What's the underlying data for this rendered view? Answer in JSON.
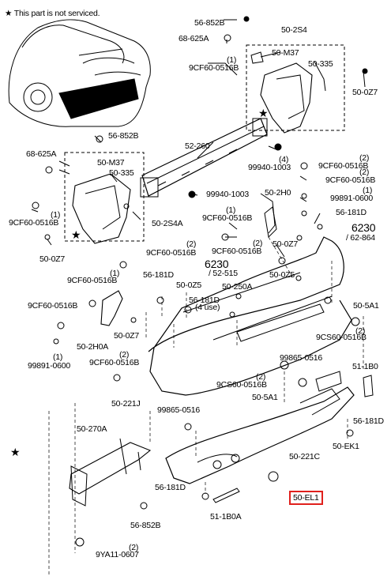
{
  "notice": "★ This part is not serviced.",
  "accent": "#e0201c",
  "parts": {
    "p56_852B_top": "56-852B",
    "p68_625A_top": "68-625A",
    "p50_2S4_top": "50-2S4",
    "p50_M37_top": "50-M37",
    "p1_a": "(1)",
    "p9CF60_a": "9CF60-0516B",
    "p50_335_top": "50-335",
    "p50_0Z7_topright": "50-0Z7",
    "p56_852B_mid": "56-852B",
    "p52_260": "52-260",
    "p68_625A_left": "68-625A",
    "p50_M37_left": "50-M37",
    "p50_335_left": "50-335",
    "p4": "(4)",
    "p99940_1003_a": "99940-1003",
    "p2_a": "(2)",
    "p9CF60_b": "9CF60-0516B",
    "p2_b": "(2)",
    "p9CF60_c": "9CF60-0516B",
    "p99940_1003_b": "99940-1003",
    "p50_2H0": "50-2H0",
    "p1_b": "(1)",
    "p99891_0600_a": "99891-0600",
    "p1_c": "(1)",
    "p9CF60_d": "9CF60-0516B",
    "p1_d": "(1)",
    "p9CF60_e": "9CF60-0516B",
    "p56_181D_a": "56-181D",
    "p50_2S4A": "50-2S4A",
    "p6230_a": "6230",
    "p62_864": "/ 62-864",
    "p50_0Z7_left": "50-0Z7",
    "p2_c": "(2)",
    "p9CF60_f": "9CF60-0516B",
    "p50_0Z7_mid": "50-0Z7",
    "p2_d": "(2)",
    "p9CF60_g": "9CF60-0516B",
    "p1_e": "(1)",
    "p6230_b": "6230",
    "p52_515": "/ 52-515",
    "p9CF60_h": "9CF60-0516B",
    "p56_181D_b": "56-181D",
    "p50_0Z5_a": "50-0Z5",
    "p50_250A": "50-250A",
    "p50_0Z5_b": "50-0Z5",
    "p50_5A1_a": "50-5A1",
    "p9CF60_i": "9CF60-0516B",
    "p56_181D_c": "56-181D",
    "p4_use": "(4 use)",
    "p2_e": "(2)",
    "p50_0Z7_low": "50-0Z7",
    "p9CS60_a": "9CS60-0516B",
    "p50_2H0A": "50-2H0A",
    "p1_f": "(1)",
    "p99891_0600_b": "99891-0600",
    "p99865_0516_a": "99865-0516",
    "p2_f": "(2)",
    "p9CF60_j": "9CF60-0516B",
    "p51_1B0": "51-1B0",
    "p2_g": "(2)",
    "p9CS60_b": "9CS60-0516B",
    "p50_5A1_b": "50-5A1",
    "p50_221J": "50-221J",
    "p99865_0516_b": "99865-0516",
    "p56_181D_d": "56-181D",
    "p50_270A": "50-270A",
    "p50_221C": "50-221C",
    "p50_EK1": "50-EK1",
    "p56_181D_e": "56-181D",
    "p50_EL1": "50-EL1",
    "p51_1B0A": "51-1B0A",
    "p56_852B_bot": "56-852B",
    "p2_h": "(2)",
    "p9YA11_0607": "9YA11-0607"
  }
}
